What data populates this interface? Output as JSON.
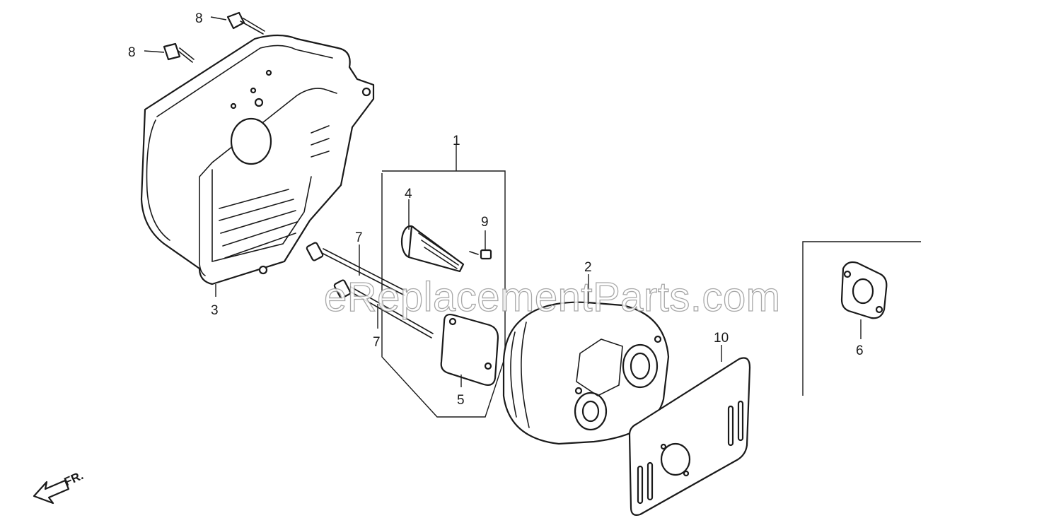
{
  "callouts": {
    "c1": "1",
    "c2": "2",
    "c3": "3",
    "c4": "4",
    "c5": "5",
    "c6": "6",
    "c7a": "7",
    "c7b": "7",
    "c8a": "8",
    "c8b": "8",
    "c9": "9",
    "c10": "10"
  },
  "watermark": "eReplacementParts.com",
  "front_indicator": "FR.",
  "colors": {
    "line": "#1a1a1a",
    "watermark_stroke": "#9a9a9a",
    "background": "#ffffff"
  }
}
